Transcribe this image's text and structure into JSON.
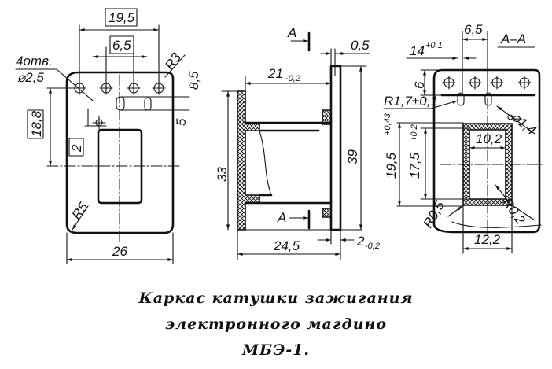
{
  "caption": {
    "line1": "Каркас катушки зажигания",
    "line2": "электронного магдино",
    "line3": "МБЭ-1."
  },
  "front_view": {
    "dim_holes_span": "19,5",
    "dim_hole_pitch": "6,5",
    "holes_note_line1": "4отв.",
    "holes_note_line2": "⌀2,5",
    "dim_corner_radius_top": "R3",
    "dim_slot_offset": "8,5",
    "dim_slot_height": "5",
    "dim_center_height": "18,8",
    "dim_small": "2",
    "dim_corner_radius_bottom": "R5",
    "dim_width": "26"
  },
  "side_view": {
    "section_mark_top": "А",
    "section_mark_bottom": "А",
    "dim_thickness": "0,5",
    "dim_inner_length": "21",
    "dim_inner_length_tol": "-0,2",
    "dim_left_height": "33",
    "dim_right_height": "39",
    "dim_overall_length": "24,5",
    "dim_flange": "2",
    "dim_flange_tol": "-0,2"
  },
  "section_view": {
    "title": "А–А",
    "dim_pitch": "6,5",
    "dim_offset": "14",
    "dim_offset_tol": "+0,1",
    "dim_top_height": "6",
    "dim_slot_radius": "R1,7±0,1",
    "dim_hole_dia": "⌀1,4",
    "dim_outer_height": "19,5",
    "dim_outer_height_tol": "+0,43",
    "dim_inner_height": "17,5",
    "dim_inner_height_tol": "+0,2",
    "dim_inner_width": "10,2",
    "dim_outer_width": "12,2",
    "dim_radius_outer": "R0,5",
    "dim_radius_inner": "R0,2"
  }
}
